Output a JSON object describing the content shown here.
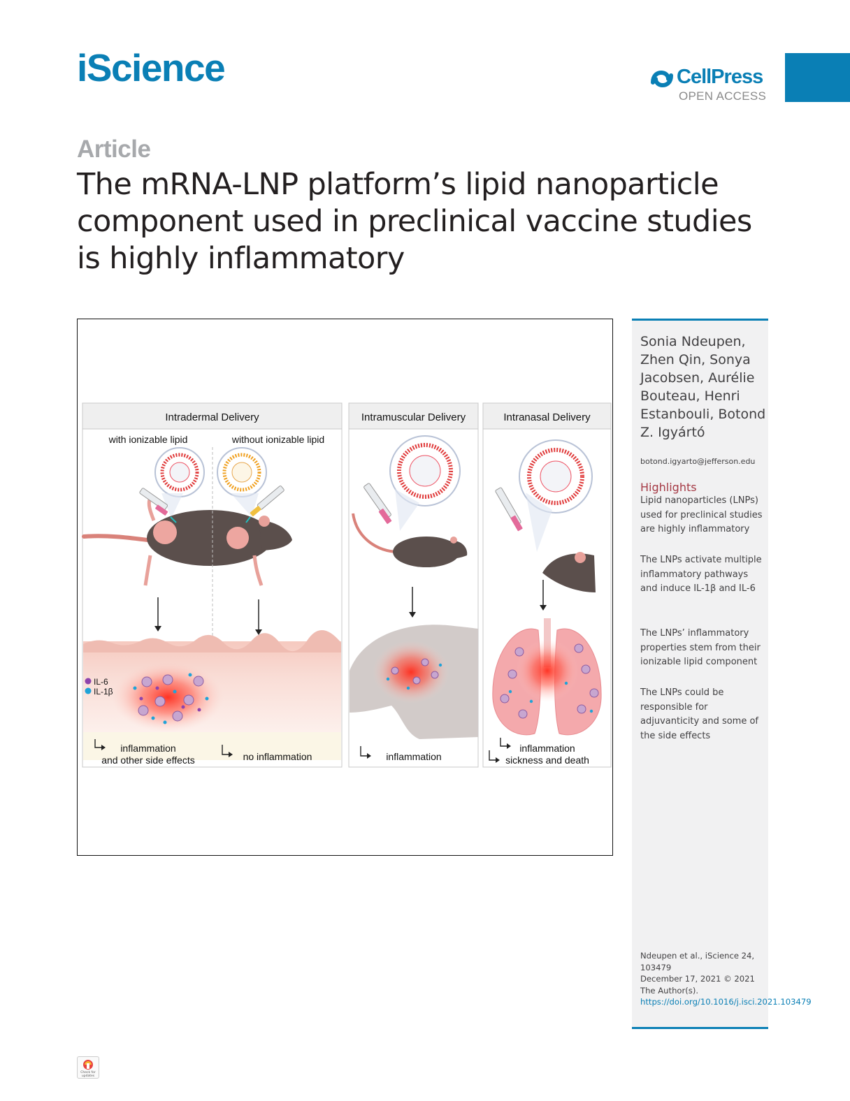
{
  "header": {
    "journal": "iScience",
    "publisher": "CellPress",
    "access": "OPEN ACCESS",
    "brand_color": "#0a7fb5"
  },
  "article": {
    "type": "Article",
    "title": "The mRNA-LNP platform’s lipid nanoparticle component used in preclinical vaccine studies is highly inflammatory"
  },
  "graphical_abstract": {
    "panels": [
      {
        "title": "Intradermal Delivery",
        "sub_left": "with ionizable lipid",
        "sub_right": "without ionizable lipid",
        "outcome_left_1": "inflammation",
        "outcome_left_2": "and other side effects",
        "outcome_right": "no inflammation"
      },
      {
        "title": "Intramuscular Delivery",
        "outcome": "inflammation"
      },
      {
        "title": "Intranasal Delivery",
        "outcome_1": "inflammation",
        "outcome_2": "sickness and death"
      }
    ],
    "legend": [
      {
        "label": "IL-6",
        "color": "#8e44ad"
      },
      {
        "label": "IL-1β",
        "color": "#1fa3d8"
      }
    ]
  },
  "sidebar": {
    "authors": "Sonia Ndeupen, Zhen Qin, Sonya Jacobsen, Aurélie Bouteau, Henri Estanbouli, Botond Z. Igyártó",
    "email": "botond.igyarto@jefferson.edu",
    "highlights_heading": "Highlights",
    "highlights": [
      "Lipid nanoparticles (LNPs) used for preclinical studies are highly inflammatory",
      "The LNPs activate multiple inflammatory pathways and induce IL-1β and IL-6",
      "The LNPs’ inflammatory properties stem from their ionizable lipid component",
      "The LNPs could be responsible for adjuvanticity and some of the side effects"
    ],
    "citation_line1": "Ndeupen et al., iScience 24, 103479",
    "citation_line2": "December 17, 2021 © 2021 The Author(s).",
    "doi": "https://doi.org/10.1016/j.isci.2021.103479"
  },
  "badge": {
    "text": "Check for updates"
  }
}
